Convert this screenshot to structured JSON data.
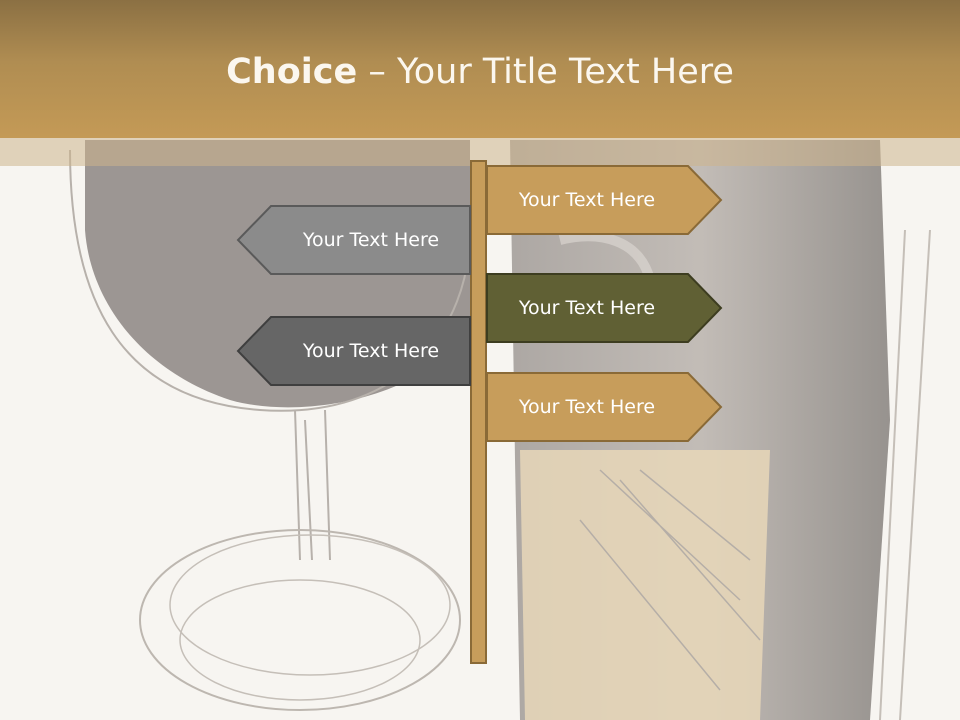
{
  "title": {
    "bold": "Choice",
    "rest": " – Your Title Text Here"
  },
  "signs_left": [
    {
      "label": "Your Text Here",
      "fill": "#8b8b8b",
      "stroke": "#5a5a5a",
      "text_color": "#ffffff"
    },
    {
      "label": "Your Text Here",
      "fill": "#666666",
      "stroke": "#3f3f3f",
      "text_color": "#ffffff"
    }
  ],
  "signs_right": [
    {
      "label": "Your Text Here",
      "fill": "#c79d5b",
      "stroke": "#8a6a37",
      "text_color": "#ffffff"
    },
    {
      "label": "Your Text Here",
      "fill": "#606034",
      "stroke": "#3d3d20",
      "text_color": "#ffffff"
    },
    {
      "label": "Your Text Here",
      "fill": "#c79d5b",
      "stroke": "#8a6a37",
      "text_color": "#ffffff"
    }
  ],
  "colors": {
    "header": "#b08d52",
    "pole": "#c79d5b",
    "background": "#f7f5f1"
  }
}
